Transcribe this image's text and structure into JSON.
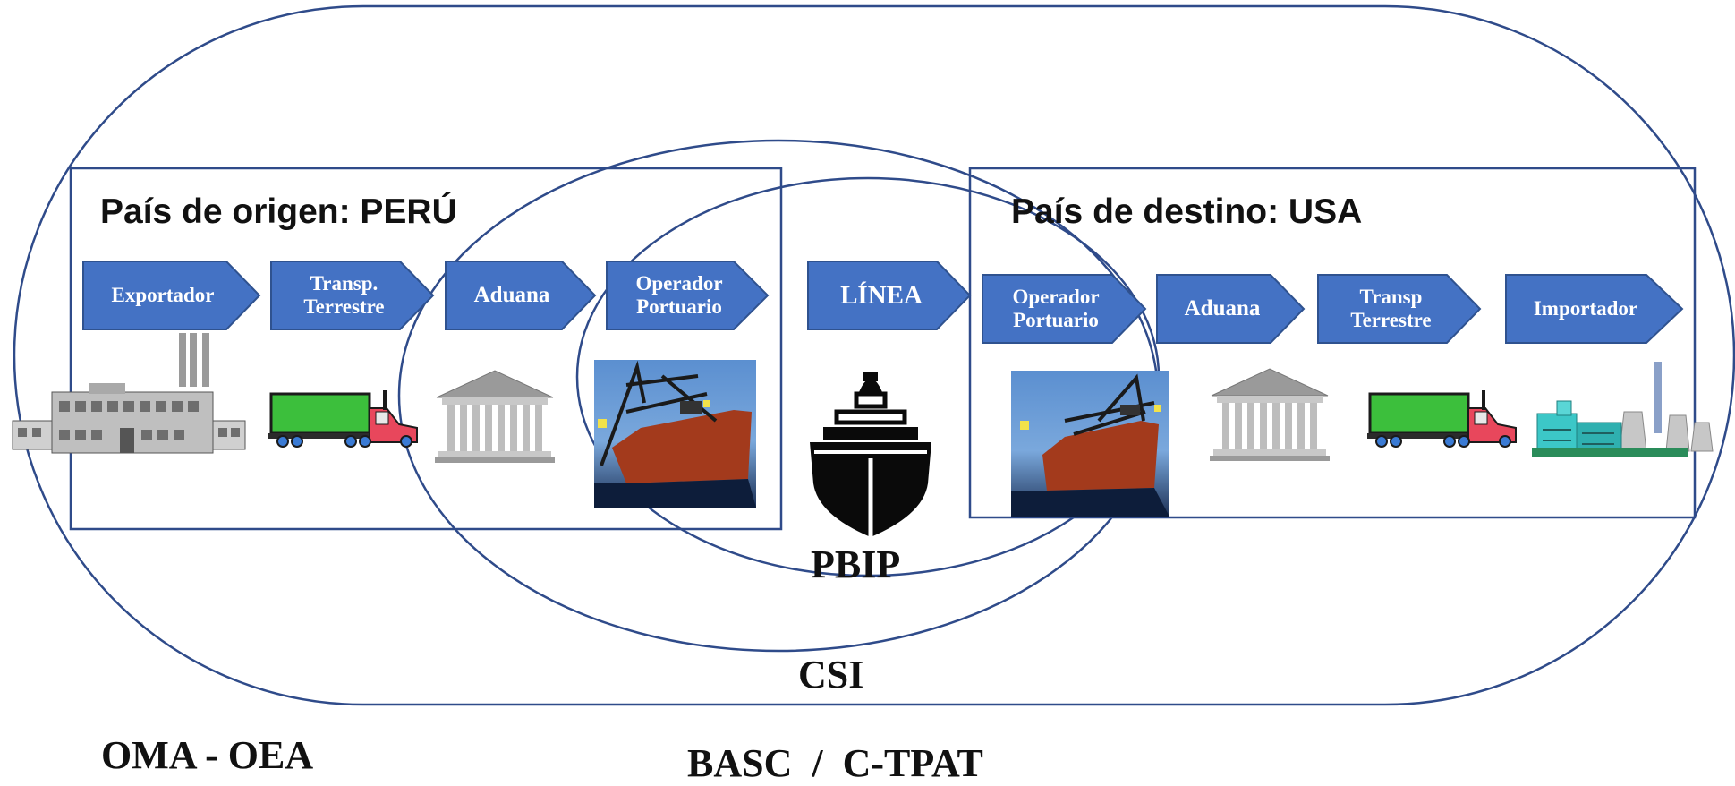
{
  "colors": {
    "outline": "#2f4b8a",
    "arrow_fill": "#4472c4",
    "arrow_stroke": "#2f528f",
    "text": "#111111"
  },
  "origin": {
    "title": "País de origen: PERÚ"
  },
  "destination": {
    "title": "País de destino: USA"
  },
  "flow": [
    {
      "label": "Exportador",
      "icon": "factory-icon"
    },
    {
      "label": "Transp.\nTerrestre",
      "icon": "truck-icon"
    },
    {
      "label": "Aduana",
      "icon": "customs-building-icon"
    },
    {
      "label": "Operador\nPortuario",
      "icon": "port-crane-ship-icon"
    },
    {
      "label": "LÍNEA",
      "icon": "ship-icon"
    },
    {
      "label": "Operador\nPortuario",
      "icon": "port-crane-ship-icon"
    },
    {
      "label": "Aduana",
      "icon": "customs-building-icon"
    },
    {
      "label": "Transp\nTerrestre",
      "icon": "truck-icon"
    },
    {
      "label": "Importador",
      "icon": "industrial-plant-icon"
    }
  ],
  "labels": {
    "pbip": "PBIP",
    "csi": "CSI",
    "oma_oea": "OMA - OEA",
    "basc_ctpat": "BASC  /  C-TPAT"
  }
}
